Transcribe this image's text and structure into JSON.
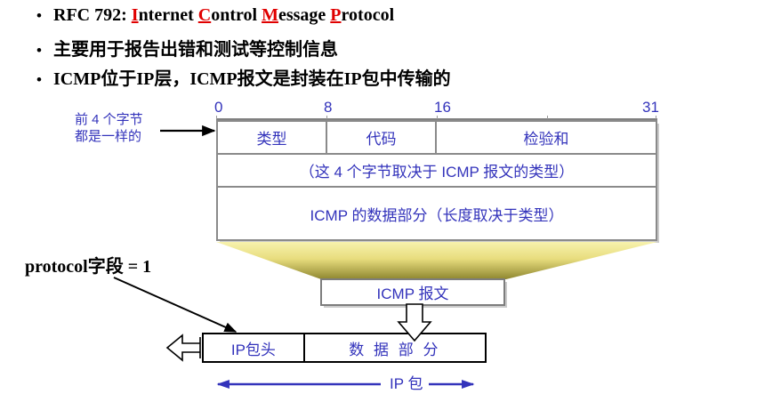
{
  "slide": {
    "bullets": [
      {
        "id": "rfc",
        "marker": "•",
        "prefix": "RFC 792: ",
        "segments": [
          {
            "hl": "I",
            "rest": "nternet "
          },
          {
            "hl": "C",
            "rest": "ontrol "
          },
          {
            "hl": "M",
            "rest": "essage "
          },
          {
            "hl": "P",
            "rest": "rotocol"
          }
        ],
        "plain": "RFC 792: Internet Control Message Protocol"
      },
      {
        "id": "purpose",
        "marker": "•",
        "text": "主要用于报告出错和测试等控制信息"
      },
      {
        "id": "layer",
        "marker": "•",
        "text": "ICMP位于IP层，ICMP报文是封装在IP包中传输的"
      }
    ]
  },
  "diagram": {
    "bit_ruler": {
      "labels": [
        "0",
        "8",
        "16",
        "31"
      ],
      "positions_pct": [
        0,
        25,
        50,
        100
      ]
    },
    "annotation_left": {
      "line1": "前 4 个字节",
      "line2": "都是一样的"
    },
    "icmp_header": {
      "row1": {
        "type": "类型",
        "code": "代码",
        "checksum": "检验和"
      },
      "row2": "（这 4 个字节取决于 ICMP 报文的类型）",
      "row3": "ICMP 的数据部分（长度取决于类型）"
    },
    "icmp_message_box": "ICMP 报文",
    "protocol_label": "protocol字段 = 1",
    "ip_packet": {
      "header_cell": "IP包头",
      "data_cell": "数 据 部 分",
      "span_label": "IP 包"
    }
  },
  "colors": {
    "accent_blue": "#3333bb",
    "highlight_red": "#e00000",
    "funnel_top": "#f7f2ad",
    "funnel_bottom": "#8f8730",
    "text_black": "#000000",
    "table_border": "#8a8a8a"
  }
}
